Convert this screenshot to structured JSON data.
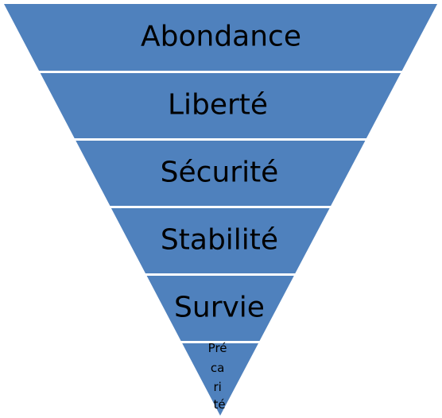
{
  "diagram": {
    "type": "inverted-pyramid",
    "fill_color": "#4f81bd",
    "divider_color": "#ffffff",
    "label_color": "#000000",
    "levels": [
      {
        "label": "Abondance"
      },
      {
        "label": "Liberté"
      },
      {
        "label": "Sécurité"
      },
      {
        "label": "Stabilité"
      },
      {
        "label": "Survie"
      },
      {
        "label": "Précarité",
        "lines": [
          "Pré",
          "ca",
          "ri",
          "té"
        ]
      }
    ]
  }
}
